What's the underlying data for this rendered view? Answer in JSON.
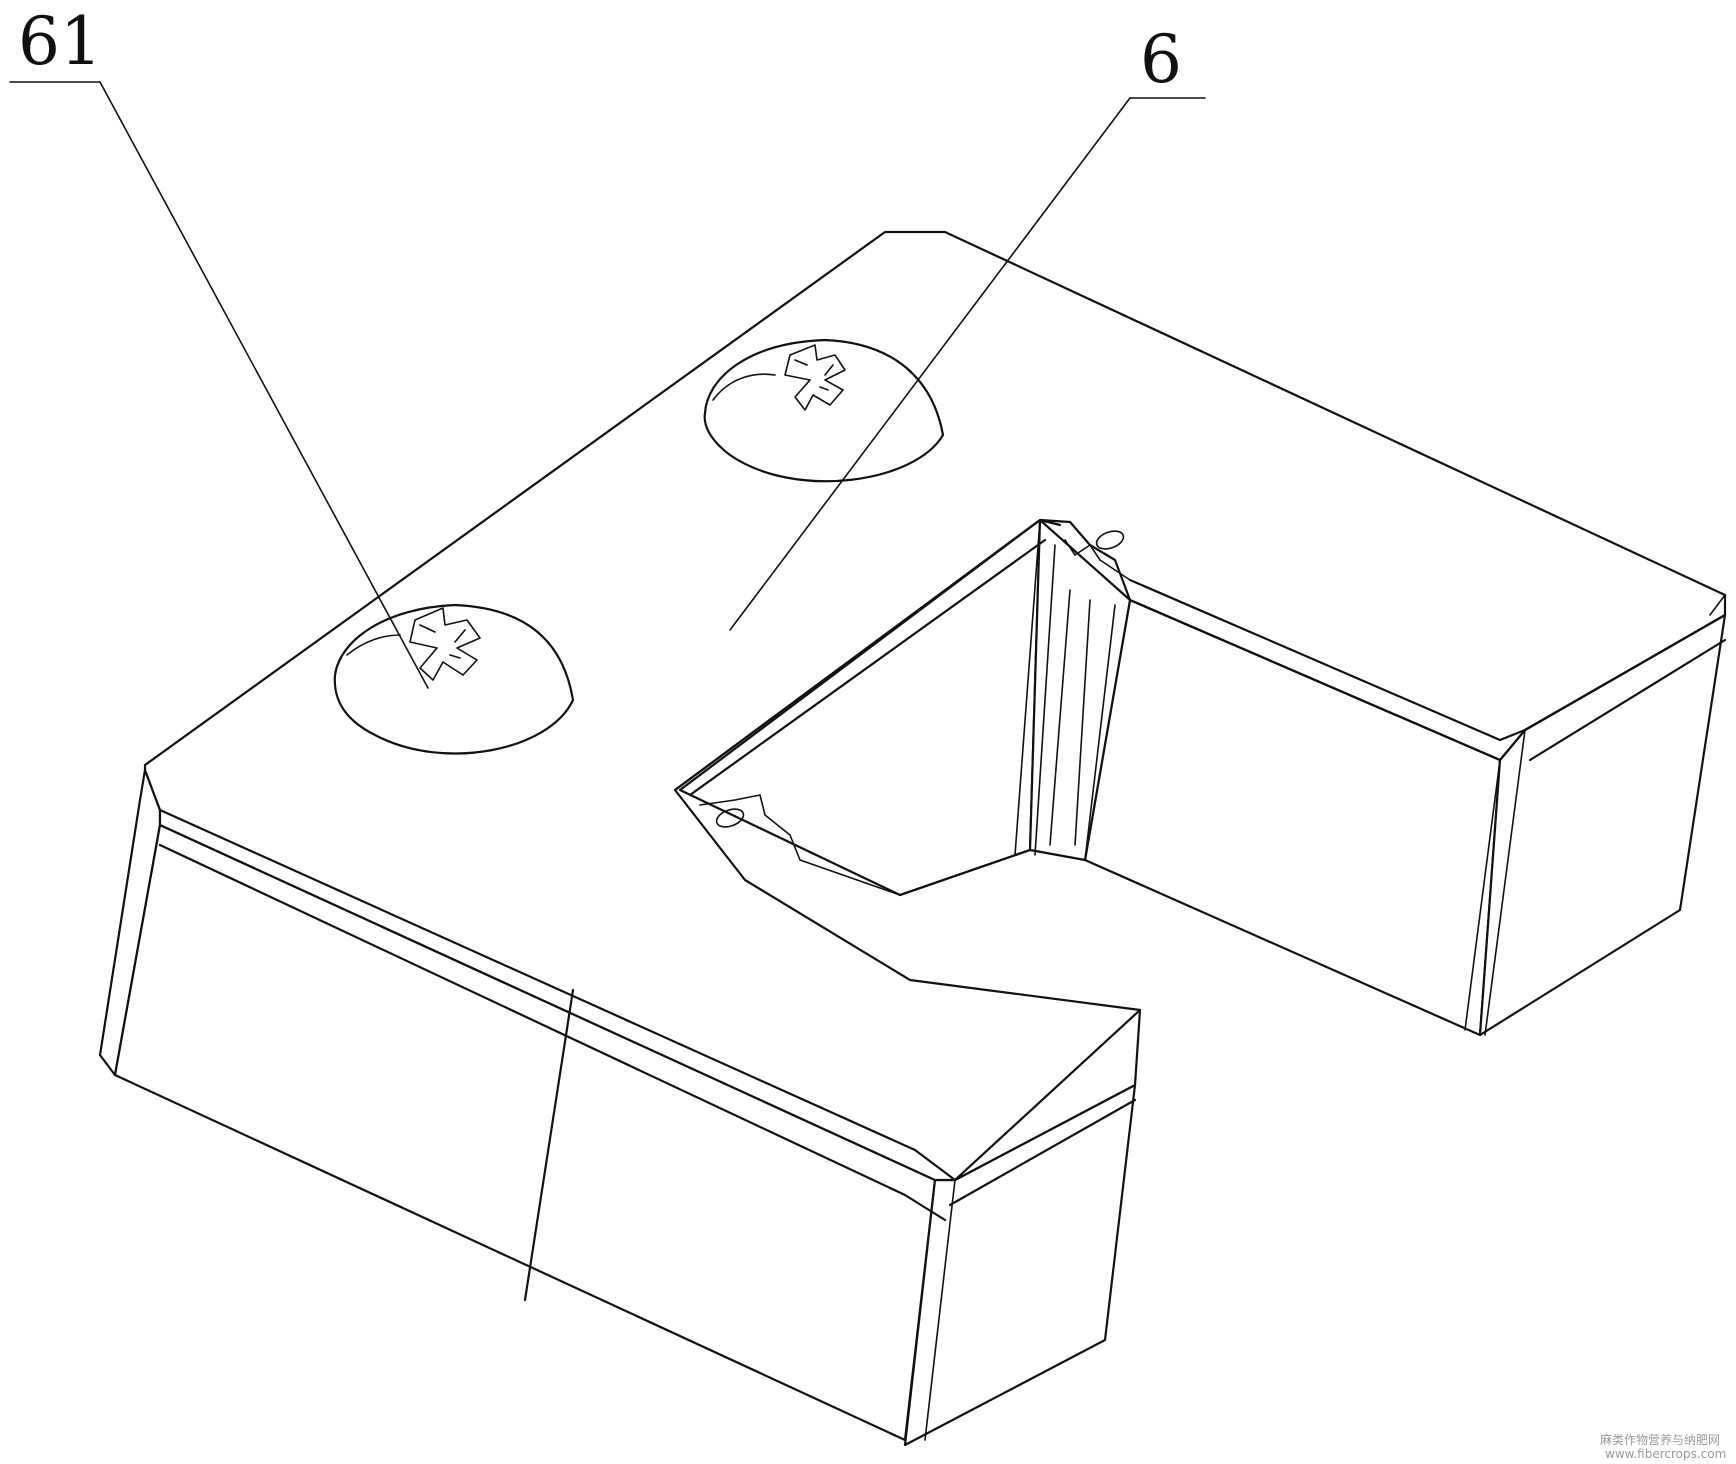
{
  "figure": {
    "labels": [
      {
        "id": "screw",
        "text": "61"
      },
      {
        "id": "block",
        "text": "6"
      }
    ],
    "watermark": {
      "line1": "麻类作物营养与纳肥网",
      "line2": "www.fibercrops.com"
    }
  }
}
